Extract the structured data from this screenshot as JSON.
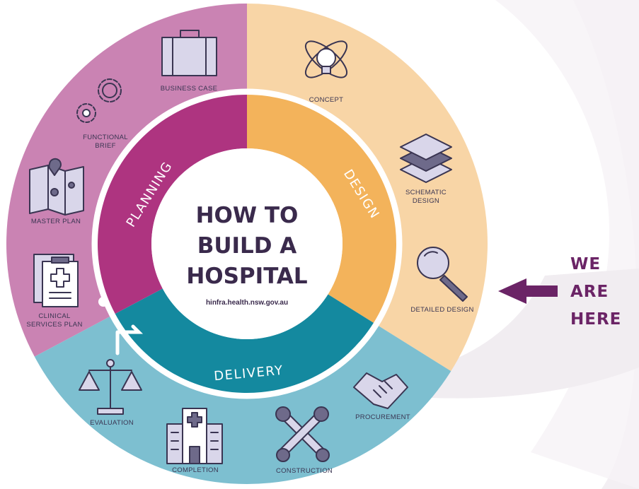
{
  "title": {
    "line1": "HOW TO",
    "line2": "BUILD A",
    "line3": "HOSPITAL"
  },
  "website": "hinfra.health.nsw.gov.au",
  "phases": {
    "planning": "PLANNING",
    "design": "DESIGN",
    "delivery": "DELIVERY"
  },
  "steps": {
    "business_case": "BUSINESS CASE",
    "functional_brief_1": "FUNCTIONAL",
    "functional_brief_2": "BRIEF",
    "master_plan": "MASTER PLAN",
    "clinical_services_plan_1": "CLINICAL",
    "clinical_services_plan_2": "SERVICES PLAN",
    "concept": "CONCEPT",
    "schematic_design_1": "SCHEMATIC",
    "schematic_design_2": "DESIGN",
    "detailed_design": "DETAILED DESIGN",
    "procurement": "PROCUREMENT",
    "construction": "CONSTRUCTION",
    "completion": "COMPLETION",
    "evaluation": "EVALUATION"
  },
  "marker": {
    "line1": "WE",
    "line2": "ARE",
    "line3": "HERE"
  },
  "colors": {
    "planning_outer": "#ca83b3",
    "planning_inner": "#ae3480",
    "design_outer": "#f8d5a6",
    "design_inner": "#f3b35b",
    "delivery_outer": "#7dbfd0",
    "delivery_inner": "#14899f",
    "arrow": "#6b2466",
    "text_dark": "#3a2a4c",
    "icon_fill": "#d9d6ea"
  },
  "icons": [
    "briefcase-icon",
    "gears-icon",
    "map-icon",
    "clipboard-icon",
    "atom-bulb-icon",
    "layers-icon",
    "magnifier-icon",
    "handshake-icon",
    "tools-icon",
    "hospital-building-icon",
    "scales-icon",
    "arrow-left-icon"
  ]
}
